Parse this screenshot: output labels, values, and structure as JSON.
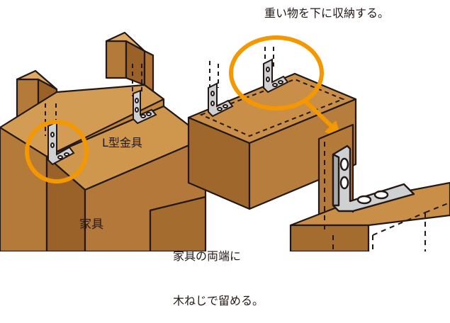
{
  "labels": {
    "caption_top": "重い物を下に収納する。",
    "bracket": "L型金具",
    "furniture": "家具",
    "caption_bottom_line1": "家具の両端に",
    "caption_bottom_line2": "木ねじで留める。"
  },
  "colors": {
    "wall_front": "#c08640",
    "wall_side": "#a46c2e",
    "wall_top": "#d39c55",
    "post": "#b47a3a",
    "post_top": "#dcaa64",
    "furniture_front": "#b3783a",
    "furniture_side": "#9a6229",
    "furniture_top": "#cf974e",
    "box_front": "#b77d3d",
    "box_side": "#9f672c",
    "box_top": "#c98f49",
    "bracket": "#cfd0d2",
    "highlight": "#f39800",
    "outline": "#231815"
  },
  "icons": {
    "highlight_marks": "orange-circle",
    "pointer": "orange-arrow",
    "bracket": "l-shaped-metal-bracket"
  }
}
